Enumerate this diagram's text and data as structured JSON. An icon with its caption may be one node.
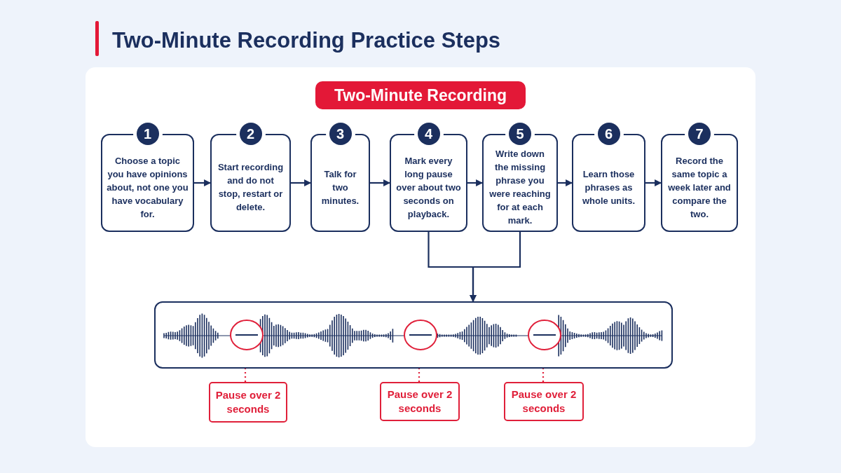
{
  "diagram": {
    "title": "Two-Minute Recording Practice Steps",
    "nodes": [
      {
        "text": [
          "Two-Minute Recording"
        ]
      },
      {
        "text": [
          "1",
          "Choose a topic you have opinions about, not one you have vocabulary for."
        ]
      },
      {
        "text": [
          "2",
          "Start recording and do not stop, restart or delete."
        ]
      },
      {
        "text": [
          "3",
          "Talk for two minutes."
        ]
      },
      {
        "text": [
          "4",
          "Mark every long pause over about two seconds on playback."
        ]
      },
      {
        "text": [
          "5",
          "Write down the missing phrase you were reaching for at each mark."
        ]
      },
      {
        "text": [
          "6",
          "Learn those phrases as whole units."
        ]
      },
      {
        "text": [
          "7",
          "Record the same topic a week later and compare the two."
        ]
      },
      {
        "text": [],
        "shape": "box"
      },
      {
        "text": [],
        "shape": "circle",
        "in": 8
      },
      {
        "text": [],
        "shape": "circle",
        "in": 8
      },
      {
        "text": [],
        "shape": "circle",
        "in": 8
      },
      {
        "text": [
          "Pause over 2 seconds"
        ]
      },
      {
        "text": [
          "Pause over 2 seconds"
        ]
      },
      {
        "text": [
          "Pause over 2 seconds"
        ]
      }
    ],
    "edges": [
      {
        "from": 1,
        "to": 2,
        "arrow": "to"
      },
      {
        "from": 2,
        "to": 3,
        "arrow": "to"
      },
      {
        "from": 3,
        "to": 4,
        "arrow": "to"
      },
      {
        "from": 4,
        "to": 5,
        "arrow": "to"
      },
      {
        "from": 5,
        "to": 6,
        "arrow": "to"
      },
      {
        "from": 6,
        "to": 7,
        "arrow": "to"
      },
      {
        "from": 4,
        "to": 8,
        "arrow": "to"
      },
      {
        "from": 5,
        "to": 8,
        "arrow": "to"
      },
      {
        "from": 12,
        "to": 9,
        "arrow": "none",
        "style": "dashed",
        "color": "#e0203a"
      },
      {
        "from": 13,
        "to": 10,
        "arrow": "none",
        "style": "dashed",
        "color": "#e0203a"
      },
      {
        "from": 14,
        "to": 11,
        "arrow": "none",
        "style": "dashed",
        "color": "#e0203a"
      }
    ]
  }
}
